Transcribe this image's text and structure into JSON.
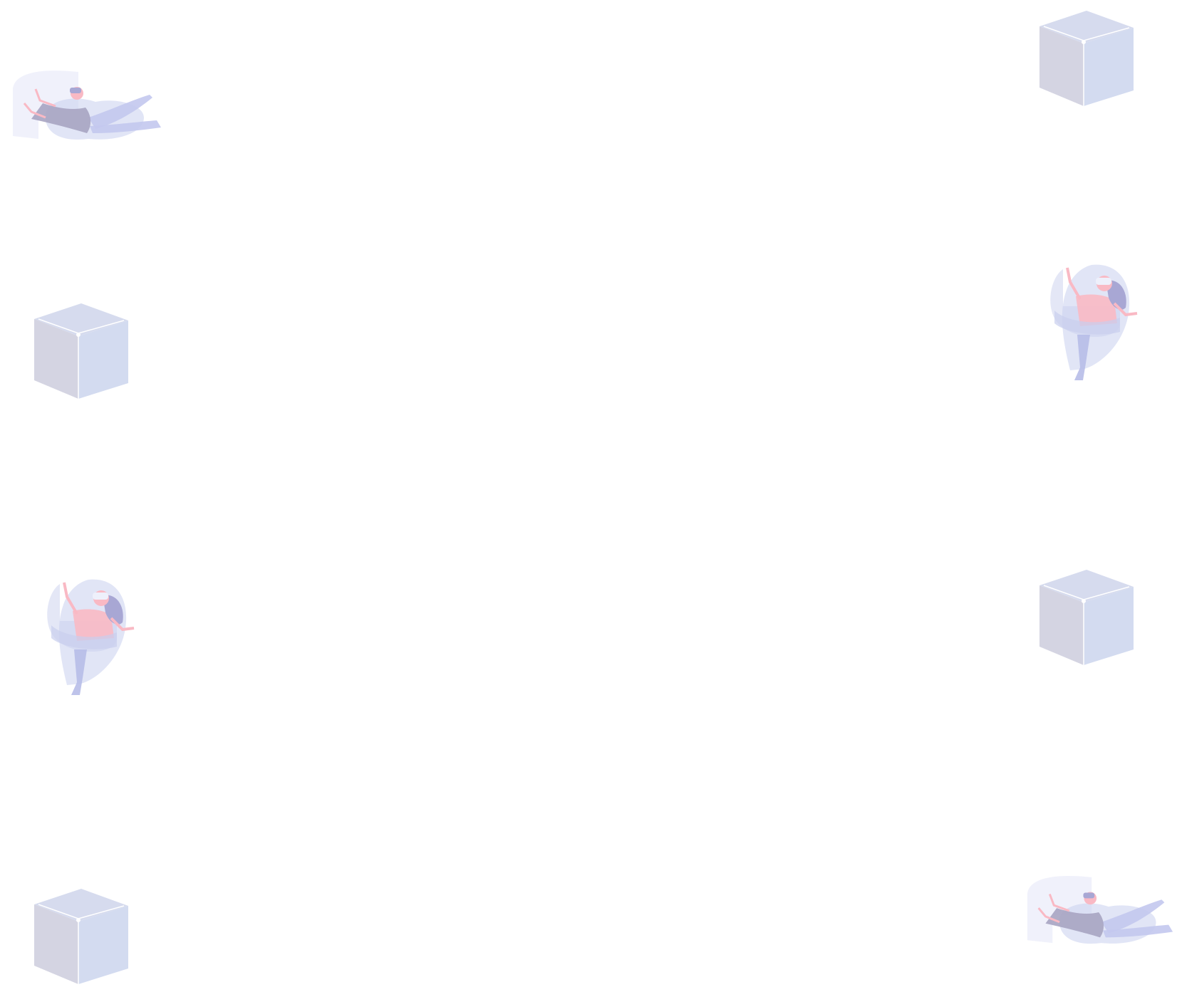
{
  "page": {
    "background": "#ffffff"
  },
  "palette": {
    "cube_left_face": "#d4d4e2",
    "cube_right_face": "#d3dbf0",
    "cube_top_face": "#d6dbee",
    "cube_edge": "#ffffff",
    "person_shirt": "#f9b9c4",
    "person_hair": "#a8a7d4",
    "person_pants": "#b7bde8",
    "bubble": "#c9cfee",
    "flyer_shirt": "#a7a4c2",
    "flyer_legs": "#c3c8ee",
    "screen": "#eef0fb"
  },
  "decorations": [
    {
      "name": "cube-top-right",
      "icon": "isometric-cube"
    },
    {
      "name": "cube-mid-left",
      "icon": "isometric-cube"
    },
    {
      "name": "cube-mid-right",
      "icon": "isometric-cube"
    },
    {
      "name": "cube-bottom-left",
      "icon": "isometric-cube"
    },
    {
      "name": "vr-flyer-top-left",
      "icon": "vr-person-flying"
    },
    {
      "name": "vr-flyer-bottom-right",
      "icon": "vr-person-flying"
    },
    {
      "name": "vr-bubble-right",
      "icon": "vr-person-in-bubble"
    },
    {
      "name": "vr-bubble-left",
      "icon": "vr-person-in-bubble"
    }
  ]
}
